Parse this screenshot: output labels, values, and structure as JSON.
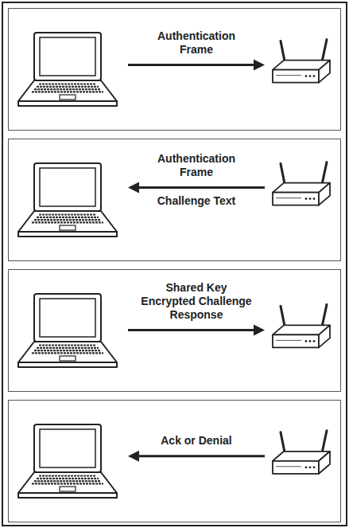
{
  "diagram": {
    "nodes": [
      {
        "text": [
          "Authentication Frame"
        ]
      },
      {
        "text": [
          "Authentication Frame",
          "Challenge Text"
        ]
      },
      {
        "text": [
          "Shared Key Encrypted Challenge Response"
        ]
      },
      {
        "text": [
          "Ack or Denial"
        ]
      }
    ]
  }
}
